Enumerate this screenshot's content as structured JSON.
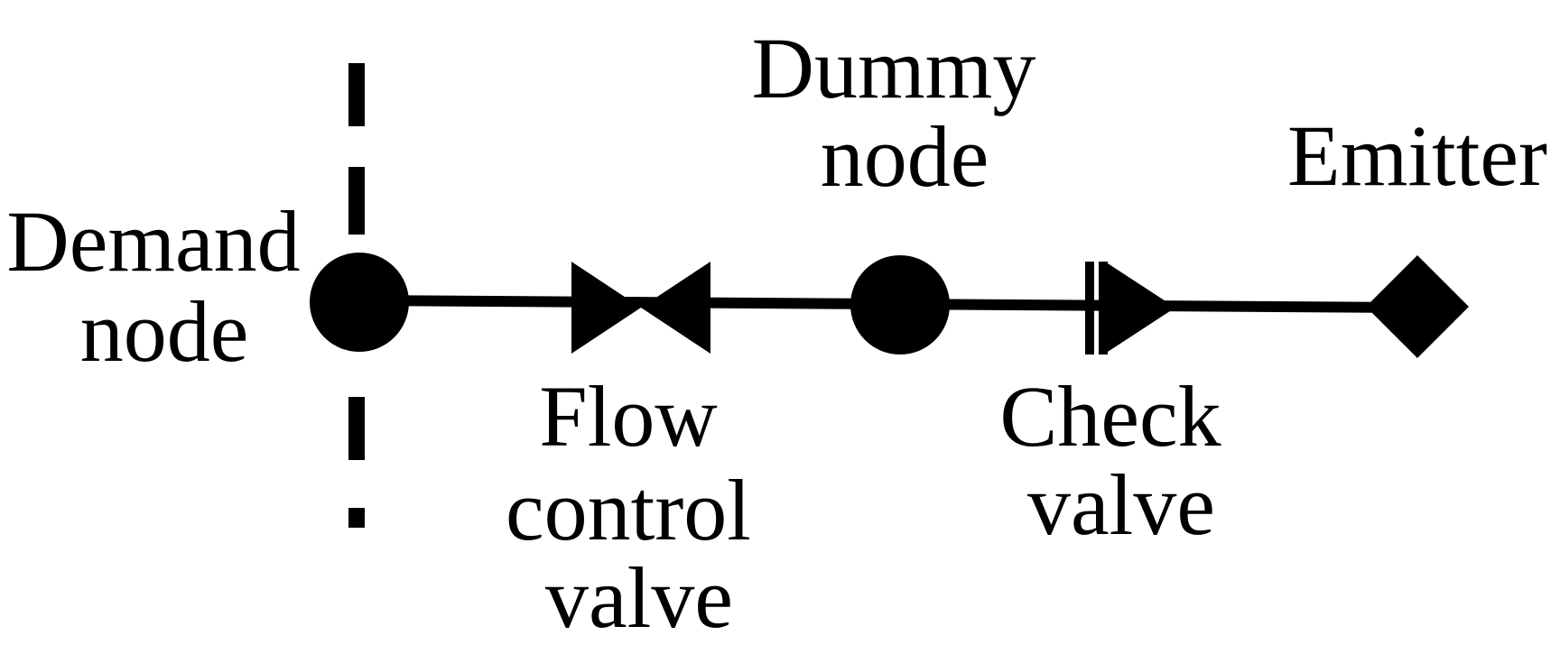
{
  "diagram": {
    "labels": {
      "demand_node": [
        "Demand",
        "node"
      ],
      "flow_control_valve": [
        "Flow",
        "control",
        "valve"
      ],
      "dummy_node": [
        "Dummy",
        "node"
      ],
      "check_valve": [
        "Check",
        "valve"
      ],
      "emitter": [
        "Emitter"
      ]
    },
    "colors": {
      "ink": "#000000",
      "background": "#ffffff"
    }
  }
}
